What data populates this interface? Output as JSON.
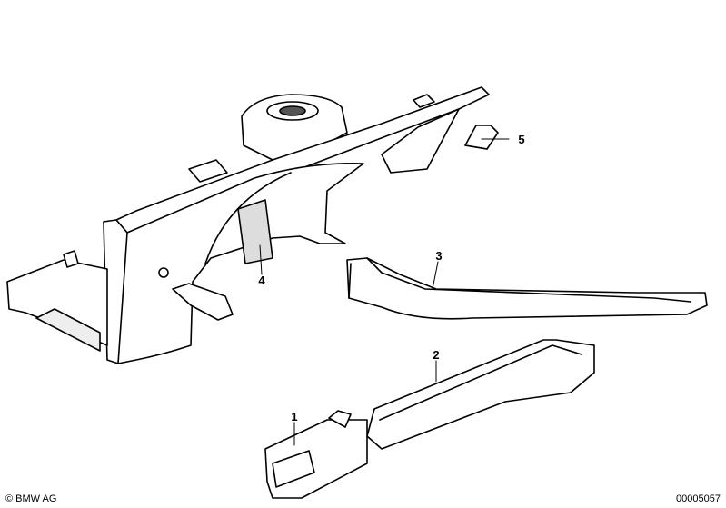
{
  "callouts": [
    {
      "id": "1",
      "label": "1"
    },
    {
      "id": "2",
      "label": "2"
    },
    {
      "id": "3",
      "label": "3"
    },
    {
      "id": "4",
      "label": "4"
    },
    {
      "id": "5",
      "label": "5"
    }
  ],
  "footer": {
    "copyright": "© BMW AG",
    "doc_number": "00005057"
  }
}
